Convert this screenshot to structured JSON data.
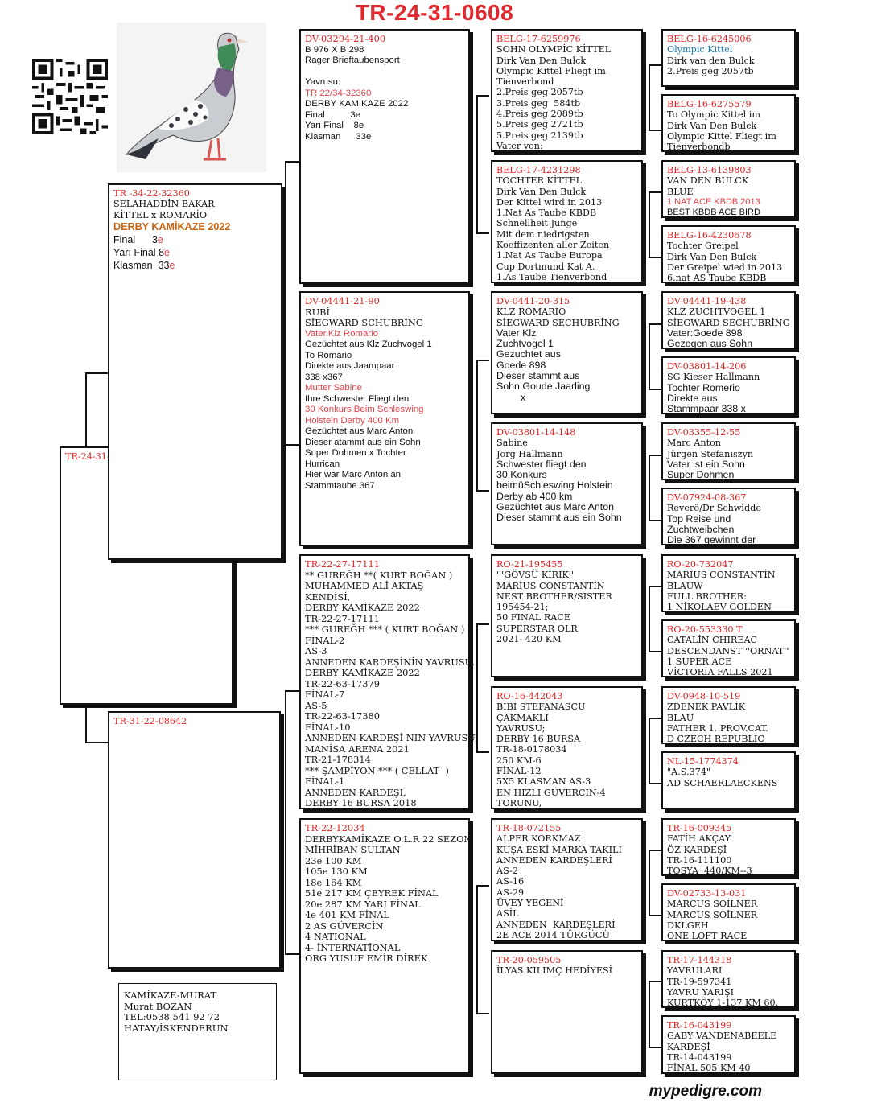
{
  "title": "TR-24-31-0608",
  "subject": {
    "ring": "TR-24-31-0608"
  },
  "sire": {
    "ring": "TR -34-22-32360",
    "lines": [
      "SELAHADDİN BAKAR",
      "KİTTEL x ROMARİO"
    ],
    "highlight": "DERBY KAMİKAZE 2022",
    "results": [
      {
        "label": "Final",
        "value": "3",
        "unit": "e"
      },
      {
        "label": "Yarı Final",
        "value": "8",
        "unit": "e"
      },
      {
        "label": "Klasman",
        "value": "33",
        "unit": "e"
      }
    ]
  },
  "dam": {
    "ring": "TR-31-22-08642"
  },
  "ss": {
    "ring": "DV-03294-21-400",
    "l1": "B 976 X B 298",
    "l2": "Rager Brieftaubensport",
    "l3": "Yavrusu:",
    "l4": "TR 22/34-32360",
    "l5": "DERBY KAMİKAZE 2022",
    "r1": "Final          3e",
    "r2": "Yarı Final    8e",
    "r3": "Klasman      33e"
  },
  "sd": {
    "ring": "DV-04441-21-90",
    "lines": [
      "RUBİ",
      "SİEGWARD SCHUBRİNG"
    ],
    "l3": "Vater.Klz Romario",
    "l4": "Gezüchtet aus Klz Zuchvogel 1",
    "l5": "To Romario",
    "l6": "Direkte aus Jaampaar",
    "l7": "338 x367",
    "l8": "Mutter Sabine",
    "l9": "Ihre Schwester Fliegt den",
    "l10": "30 Konkurs Beim Schleswing",
    "l11": "Holstein Derby 400 Km",
    "l12": "Gezüchtet aus Marc Anton",
    "l13": "Dieser atammt aus ein Sohn",
    "l14": "Super Dohmen x Tochter",
    "l15": "Hurrican",
    "l16": "Hier war Marc Anton an",
    "l17": "Stammtaube 367"
  },
  "ds": {
    "ring": "TR-22-27-17111",
    "lines": [
      "** GUREĞH **( KURT BOĞAN )",
      "MUHAMMED ALİ AKTAŞ",
      "KENDİSİ,",
      "DERBY KAMİKAZE 2022",
      "TR-22-27-17111",
      "*** GUREĞH *** ( KURT BOĞAN )",
      "FİNAL-2",
      "AS-3",
      "ANNEDEN KARDEŞİNİN YAVRUSU,",
      "DERBY KAMİKAZE 2022",
      "TR-22-63-17379",
      "FİNAL-7",
      "AS-5",
      "TR-22-63-17380",
      "FİNAL-10",
      "ANNEDEN KARDEŞİ NIN YAVRUSU,",
      "MANİSA ARENA 2021",
      "TR-21-178314",
      "*** ŞAMPİYON *** ( CELLAT  )",
      "FİNAL-1",
      "ANNEDEN KARDEŞİ,",
      "DERBY 16 BURSA 2018"
    ]
  },
  "dd": {
    "ring": "TR-22-12034",
    "lines": [
      "DERBYKAMİKAZE O.L.R 22 SEZON",
      "MİHRİBAN SULTAN",
      "23e 100 KM",
      "105e 130 KM",
      "18e 164 KM",
      "51e 217 KM ÇEYREK FİNAL",
      "20e 287 KM YARI FİNAL",
      "4e 401 KM FİNAL",
      "2 AS GÜVERCİN",
      "4 NATİONAL",
      "4- İNTERNATİONAL",
      "ORG YUSUF EMİR DİREK"
    ]
  },
  "sss": {
    "ring": "BELG-17-6259976",
    "lines": [
      "SOHN OLYMPİC KİTTEL",
      "Dirk Van Den Bulck",
      "Olympic Kittel Fliegt im",
      "Tienverbond",
      "2.Preis geg 2057tb",
      "3.Preis geg  584tb",
      "4.Preis geg 2089tb",
      "5.Preis geg 2721tb",
      "5.Preis geg 2139tb",
      "Vater von:"
    ]
  },
  "ssd": {
    "ring": "BELG-17-4231298",
    "lines": [
      "TOCHTER KİTTEL",
      "Dirk Van Den Bulck",
      "Der Kittel wird in 2013",
      "1.Nat As Taube KBDB",
      "Schnellheit Junge",
      "Mit dem niedrigsten",
      "Koeffizenten aller Zeiten",
      "1.Nat As Taube Europa",
      "Cup Dortmund Kat A.",
      "1.As Taube Tienverbond"
    ]
  },
  "sds": {
    "ring": "DV-0441-20-315",
    "l1": "KLZ ROMARİO",
    "l2": "SİEGWARD SECHUBRİNG",
    "lines": [
      "Vater Klz",
      "Zuchtvogel 1",
      "Gezuchtet aus",
      "Goede 898",
      "Dieser stammt aus",
      "Sohn Goude Jaarling",
      "x"
    ]
  },
  "sdd": {
    "ring": "DV-03801-14-148",
    "l1": "Sabine",
    "l2": "Jorg Hallmann",
    "lines": [
      "Schwester fliegt den",
      "30.Konkurs",
      "beimüSchleswing Holstein",
      "Derby ab 400 km",
      "Gezüchtet aus Marc Anton",
      "Dieser stammt aus ein Sohn"
    ]
  },
  "dss": {
    "ring": "RO-21-195455",
    "lines": [
      "'''GÖVSÜ KIRIK''",
      "MARİUS CONSTANTİN",
      "NEST BROTHER/SISTER",
      "195454-21;",
      "50 FINAL RACE",
      "SUPERSTAR OLR",
      "2021- 420 KM"
    ]
  },
  "dsd": {
    "ring": "RO-16-442043",
    "lines": [
      "BİBİ STEFANASCU",
      "ÇAKMAKLI",
      "YAVRUSU;",
      "DERBY 16 BURSA",
      "TR-18-0178034",
      "250 KM-6",
      "FİNAL-12",
      "5X5 KLASMAN AS-3",
      "EN HIZLI GÜVERCİN-4",
      "TORUNU,"
    ]
  },
  "dds": {
    "ring": "TR-18-072155",
    "lines": [
      "ALPER KORKMAZ",
      "KUŞA ESKİ MARKA TAKILI",
      "ANNEDEN KARDEŞLERİ",
      "AS-2",
      "AS-16",
      "AS-29",
      "ÜVEY YEGENİ",
      "ASİL",
      "ANNEDEN  KARDEŞLERİ",
      "2E ACE 2014 TÜRGÜCÜ"
    ]
  },
  "ddd": {
    "ring": "TR-20-059505",
    "lines": [
      "İLYAS KILIMÇ HEDİYESİ"
    ]
  },
  "g1": {
    "ring": "BELG-16-6245006",
    "name": "Olympic Kittel",
    "lines": [
      "Dirk van den Bulck",
      "",
      "2.Preis geg 2057tb"
    ]
  },
  "g2": {
    "ring": "BELG-16-6275579",
    "lines": [
      "To Olympic Kittel im",
      "Dirk Van Den Bulck",
      "Olympic Kittel Fliegt im",
      "Tienverbondb"
    ]
  },
  "g3": {
    "ring": "BELG-13-6139803",
    "lines": [
      "VAN DEN BULCK",
      "BLUE"
    ],
    "l3": "1.NAT ACE KBDB 2013",
    "l4": "BEST KBDB ACE BIRD"
  },
  "g4": {
    "ring": "BELG-16-4230678",
    "lines": [
      "Tochter Greipel",
      "Dirk Van Den Bulck",
      "Der Greipel wied in 2013",
      "6.nat AS Taube KBDB"
    ]
  },
  "g5": {
    "ring": "DV-04441-19-438",
    "lines": [
      "KLZ ZUCHTVOGEL 1",
      "SİEGWARD SECHUBRİNG"
    ],
    "l3": "Vater:Goede 898",
    "l4": "Gezogen aus Sohn"
  },
  "g6": {
    "ring": "DV-03801-14-206",
    "lines": [
      "SG Kieser Hallmann"
    ],
    "l2": "Tochter Romerio",
    "l3": "Direkte aus",
    "l4": "Stammpaar 338 x"
  },
  "g7": {
    "ring": "DV-03355-12-55",
    "lines": [
      "Marc Anton",
      "Jürgen Stefaniszyn"
    ],
    "l3": "Vater ist ein Sohn",
    "l4": "Super Dohmen"
  },
  "g8": {
    "ring": "DV-07924-08-367",
    "lines": [
      "Reverö/Dr Schwidde"
    ],
    "l2": "Top Reise und",
    "l3": "Zuchtweibchen",
    "l4": "Die 367 gewinnt der"
  },
  "g9": {
    "ring": "RO-20-732047",
    "lines": [
      "MARİUS CONSTANTİN",
      "BLAUW",
      "FULL BROTHER:",
      "1 NİKOLAEV GOLDEN"
    ]
  },
  "g10": {
    "ring": "RO-20-553330 T",
    "lines": [
      "CATALİN CHIREAC",
      "DESCENDANST ''ORNAT''",
      "1 SUPER ACE",
      "VİCTORİA FALLS 2021"
    ]
  },
  "g11": {
    "ring": "DV-0948-10-519",
    "lines": [
      "ZDENEK PAVLİK",
      "BLAU",
      "FATHER 1. PROV.CAT.",
      "D CZECH REPUBLİC"
    ]
  },
  "g12": {
    "ring": "NL-15-1774374",
    "lines": [
      "\"A.S.374\"",
      "AD SCHAERLAECKENS"
    ]
  },
  "g13": {
    "ring": "TR-16-009345",
    "lines": [
      "FATİH AKÇAY",
      "ÖZ KARDEŞİ",
      "TR-16-111100",
      "TOSYA  440/KM--3"
    ]
  },
  "g14": {
    "ring": "DV-02733-13-031",
    "lines": [
      "MARCUS SOİLNER",
      "MARCUS SOİLNER",
      "DKLGEH",
      "ONE LOFT RACE"
    ]
  },
  "g15": {
    "ring": "TR-17-144318",
    "lines": [
      "YAVRULARI",
      "TR-19-597341",
      "YAVRU YARIŞI",
      "KURTKÖY 1-137 KM 60."
    ]
  },
  "g16": {
    "ring": "TR-16-043199",
    "lines": [
      "GABY VANDENABEELE",
      "KARDEŞİ",
      "TR-14-043199",
      "FİNAL 505 KM 40"
    ]
  },
  "owner": {
    "lines": [
      "KAMİKAZE-MURAT",
      "",
      "Murat BOZAN",
      "TEL:0538 541 92 72",
      "HATAY/İSKENDERUN"
    ]
  },
  "brand": "mypedigre.com",
  "colors": {
    "ring": "#dd2222",
    "accent": "#e0434b",
    "highlight": "#c86412"
  }
}
